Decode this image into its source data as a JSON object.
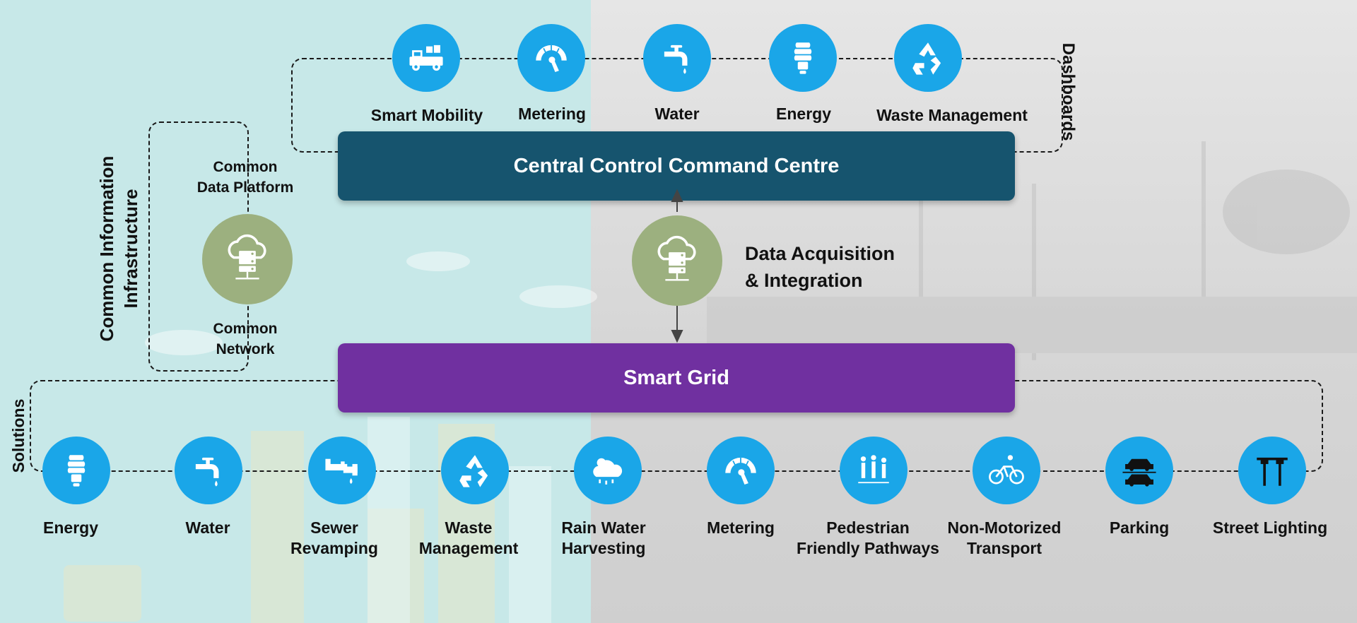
{
  "diagram": {
    "central_band": "Central Control Command Centre",
    "grid_band": "Smart Grid",
    "data_acq": [
      "Data Acquisition",
      "& Integration"
    ],
    "dashboards_label": "Dashboards",
    "solutions_label": "Solutions",
    "infra_label": [
      "Common Information",
      "Infrastructure"
    ],
    "common_data": [
      "Common",
      "Data Platform"
    ],
    "common_network": [
      "Common",
      "Network"
    ],
    "top_items": [
      {
        "label": "Smart Mobility",
        "icon": "truck-icon"
      },
      {
        "label": "Metering",
        "icon": "gauge-icon"
      },
      {
        "label": "Water",
        "icon": "faucet-icon"
      },
      {
        "label": "Energy",
        "icon": "bulb-icon"
      },
      {
        "label": "Waste Management",
        "icon": "recycle-icon"
      }
    ],
    "bottom_items": [
      {
        "l1": "Energy",
        "l2": "",
        "icon": "bulb-icon"
      },
      {
        "l1": "Water",
        "l2": "",
        "icon": "faucet-icon"
      },
      {
        "l1": "Sewer",
        "l2": "Revamping",
        "icon": "pipe-icon"
      },
      {
        "l1": "Waste",
        "l2": "Management",
        "icon": "recycle-icon"
      },
      {
        "l1": "Rain Water",
        "l2": "Harvesting",
        "icon": "rain-cloud-icon"
      },
      {
        "l1": "Metering",
        "l2": "",
        "icon": "gauge-icon"
      },
      {
        "l1": "Pedestrian",
        "l2": "Friendly Pathways",
        "icon": "pedestrian-icon"
      },
      {
        "l1": "Non-Motorized",
        "l2": "Transport",
        "icon": "bicycle-icon"
      },
      {
        "l1": "Parking",
        "l2": "",
        "icon": "car-icon"
      },
      {
        "l1": "Street Lighting",
        "l2": "",
        "icon": "streetlight-icon"
      }
    ]
  },
  "colors": {
    "icon_blue": "#1aa6e8",
    "central_band": "#16546e",
    "grid_band": "#7030a0",
    "server_green": "#9cb07f"
  }
}
